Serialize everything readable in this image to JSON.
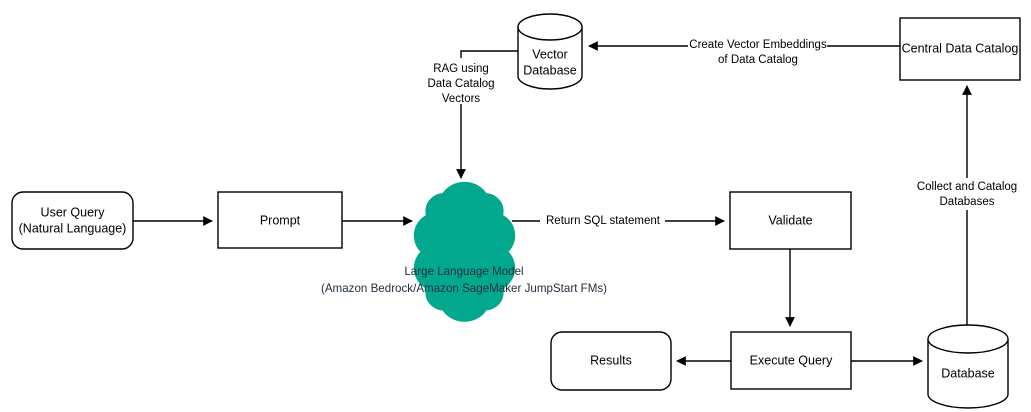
{
  "diagram": {
    "title": "Text-to-SQL RAG architecture",
    "background_color": "#ffffff",
    "line_color": "#000000",
    "accent_color": "#01a88d",
    "caption_color": "#232f3e",
    "nodes": {
      "user_query": {
        "label_line1": "User Query",
        "label_line2": "(Natural Language)",
        "shape": "rounded-rectangle"
      },
      "prompt": {
        "label": "Prompt",
        "shape": "rectangle"
      },
      "llm": {
        "icon": "brain-circuit-icon",
        "caption_line1": "Large Language Model",
        "caption_line2": "(Amazon Bedrock/Amazon SageMaker JumpStart FMs)"
      },
      "validate": {
        "label": "Validate",
        "shape": "rectangle"
      },
      "execute_query": {
        "label": "Execute Query",
        "shape": "rectangle"
      },
      "results": {
        "label": "Results",
        "shape": "rounded-rectangle"
      },
      "database": {
        "label": "Database",
        "shape": "cylinder"
      },
      "vector_database": {
        "label_line1": "Vector",
        "label_line2": "Database",
        "shape": "cylinder"
      },
      "central_data_catalog": {
        "label": "Central Data Catalog",
        "shape": "rectangle"
      }
    },
    "edges": {
      "user_query_to_prompt": {
        "label": ""
      },
      "prompt_to_llm": {
        "label": ""
      },
      "llm_to_validate": {
        "label": "Return SQL statement"
      },
      "validate_to_execute": {
        "label": ""
      },
      "execute_to_results": {
        "label": ""
      },
      "execute_to_database": {
        "label": ""
      },
      "database_to_catalog": {
        "label_line1": "Collect and Catalog",
        "label_line2": "Databases"
      },
      "catalog_to_vector_db": {
        "label_line1": "Create Vector Embeddings",
        "label_line2": "of Data Catalog"
      },
      "vector_db_to_llm": {
        "label_line1": "RAG using",
        "label_line2": "Data Catalog",
        "label_line3": "Vectors"
      }
    }
  }
}
